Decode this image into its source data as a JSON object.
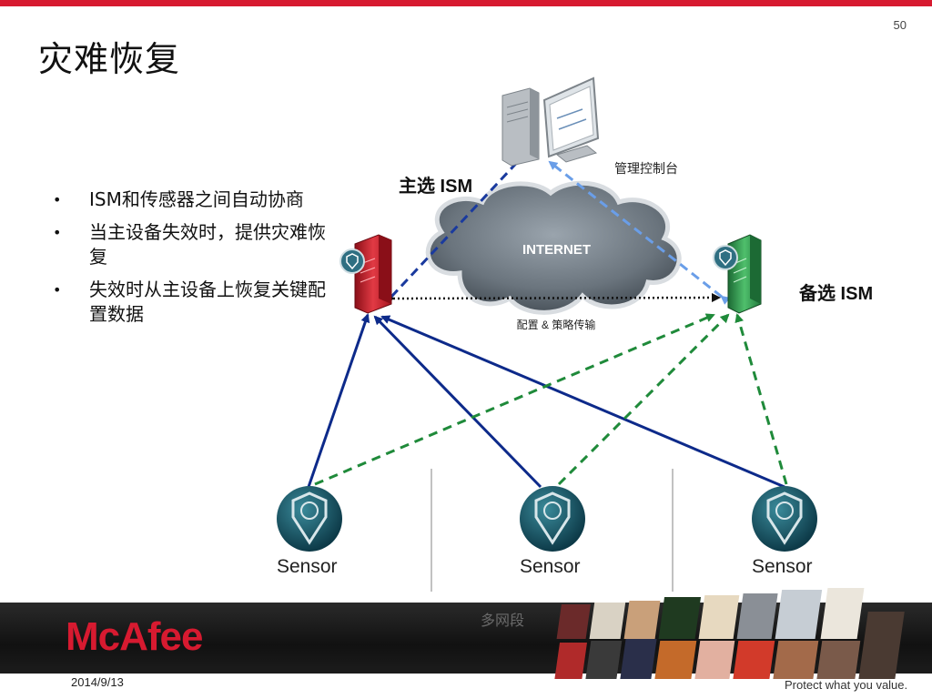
{
  "slide": {
    "number": "50",
    "title": "灾难恢复",
    "date": "2014/9/13"
  },
  "bullets": [
    "ISM和传感器之间自动协商",
    "当主设备失效时，提供灾难恢复",
    "失效时从主设备上恢复关键配置数据"
  ],
  "diagram": {
    "primary_ism_label": "主选 ISM",
    "backup_ism_label": "备选 ISM",
    "console_label": "管理控制台",
    "internet_label": "INTERNET",
    "sync_label": "配置 & 策略传输",
    "sensors": [
      "Sensor",
      "Sensor",
      "Sensor"
    ],
    "colors": {
      "primary_link": "#0d2a8a",
      "backup_link": "#1f8a3a",
      "console_link_primary": "#1a3a9e",
      "console_link_backup": "#6a9ee8",
      "primary_server": "#d2202e",
      "backup_server": "#2e9d4c"
    }
  },
  "footer": {
    "brand": "McAfee",
    "tagline": "Protect what you value.",
    "watermark": "多网段"
  }
}
